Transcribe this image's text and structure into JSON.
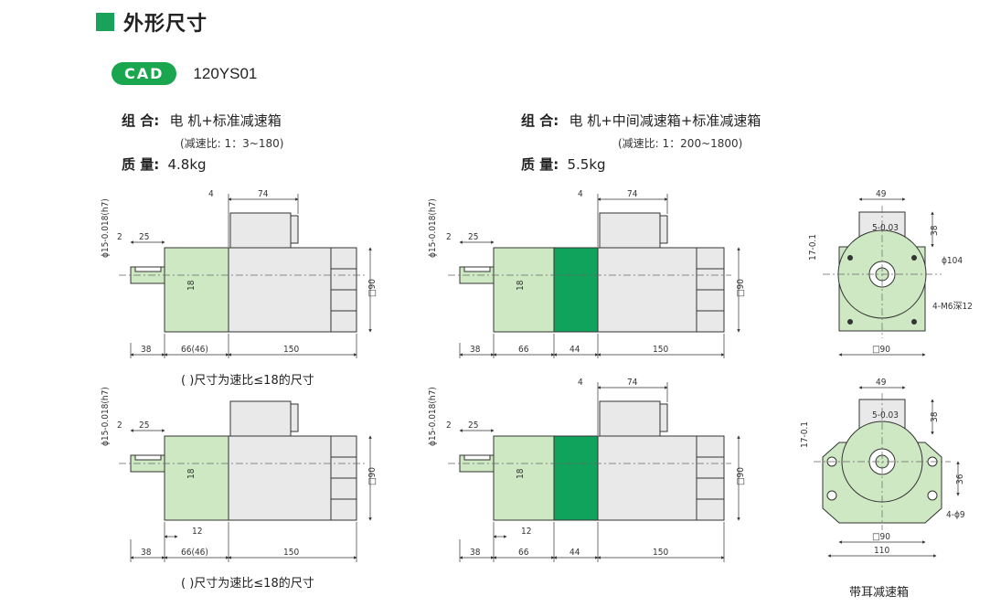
{
  "section_title": "外形尺寸",
  "cad": {
    "badge": "CAD",
    "model": "120YS01"
  },
  "left_spec": {
    "combo_label": "组 合:",
    "combo_value": "电 机+标准减速箱",
    "ratio_note": "(减速比: 1：3~180)",
    "weight_label": "质 量:",
    "weight_value": "4.8kg"
  },
  "right_spec": {
    "combo_label": "组 合:",
    "combo_value": "电 机+中间减速箱+标准减速箱",
    "ratio_note": "(减速比: 1：200~1800)",
    "weight_label": "质 量:",
    "weight_value": "5.5kg"
  },
  "captions": {
    "top_left": "( )尺寸为速比≤18的尺寸",
    "bottom_left": "( )尺寸为速比≤18的尺寸",
    "bottom_right": "带耳减速箱"
  },
  "dims": {
    "shaft_dia": "ϕ15-0.018(h7)",
    "key_2": "2",
    "len_25": "25",
    "len_4": "4",
    "len_74": "74",
    "len_18": "18",
    "sq_90": "□90",
    "len_38": "38",
    "len_66_46": "66(46)",
    "len_150": "150",
    "len_66": "66",
    "len_44": "44",
    "len_12": "12",
    "len_49": "49",
    "len_5": "5-0.03",
    "len_38v": "38",
    "len_17": "17-0.1",
    "dia_104": "ϕ104",
    "holes_m6": "4-M6深12",
    "sq_90b": "□90",
    "len_36": "36",
    "holes_9": "4-ϕ9",
    "len_110": "110"
  },
  "colors": {
    "gearbox": "#cfe8c4",
    "mid_gearbox": "#0fa35c",
    "motor": "#e9e9e9",
    "accent": "#1aa64f",
    "line": "#333333"
  }
}
